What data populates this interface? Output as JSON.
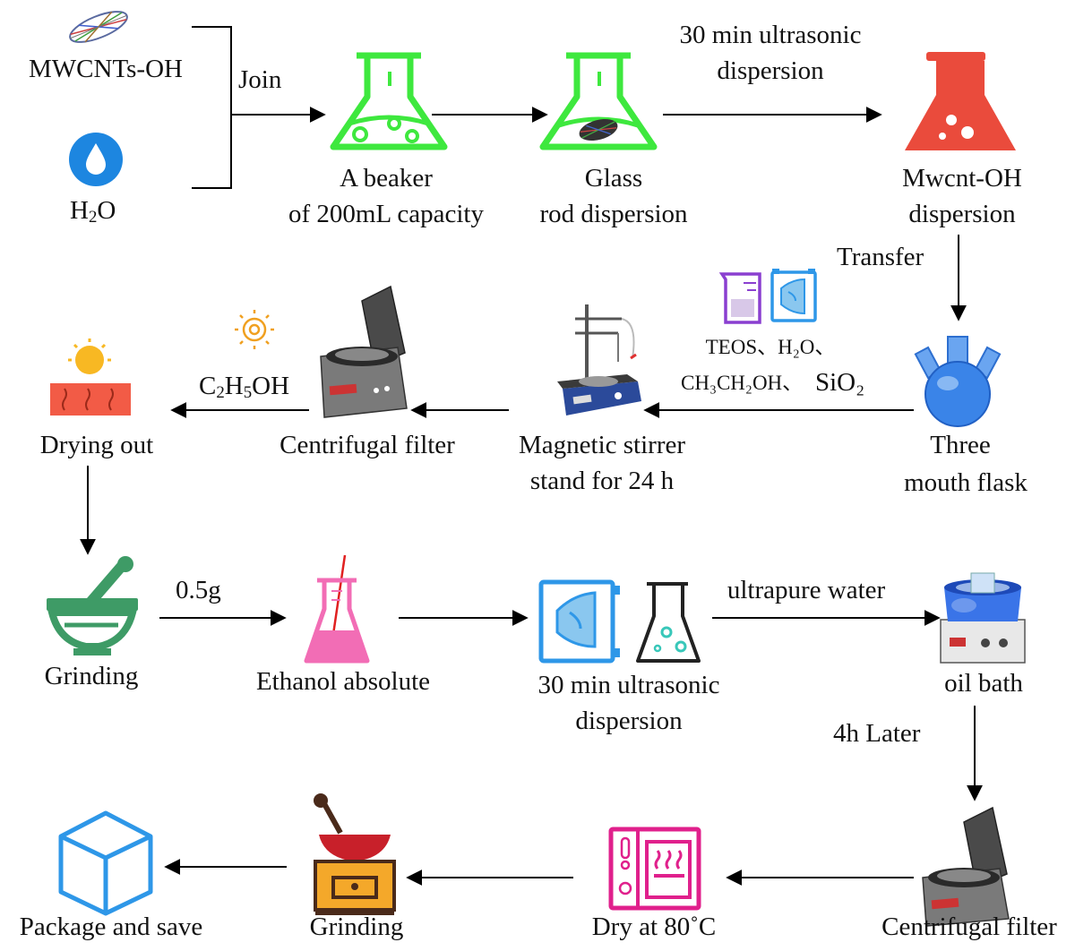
{
  "inputs": {
    "mwcnt_label": "MWCNTs-OH",
    "water_label_main": "H",
    "water_label_sub": "2",
    "water_label_end": "O",
    "join_label": "Join"
  },
  "row1": {
    "beaker_line1": "A beaker",
    "beaker_line2": "of 200mL capacity",
    "glass_line1": "Glass",
    "glass_line2": "rod dispersion",
    "ultra_line1": "30 min ultrasonic",
    "ultra_line2": "dispersion",
    "mwcnt_disp_line1": "Mwcnt-OH",
    "mwcnt_disp_line2": "dispersion"
  },
  "row2": {
    "transfer_label": "Transfer",
    "flask_line1": "Three",
    "flask_line2": "mouth flask",
    "reagents_line1": "TEOS、H₂O、",
    "reagents_line2": "CH₃CH₂OH、",
    "reagents_sio2": "SiO₂",
    "stirrer_line1": "Magnetic stirrer",
    "stirrer_line2": "stand for 24 h",
    "centrifuge_label": "Centrifugal filter",
    "ethanol_main1": "C",
    "ethanol_sub1": "2",
    "ethanol_main2": "H",
    "ethanol_sub2": "5",
    "ethanol_main3": "OH",
    "drying_label": "Drying out"
  },
  "row3": {
    "grinding_label": "Grinding",
    "mass_label": "0.5g",
    "ethanol_abs_label": "Ethanol absolute",
    "ultra_line1": "30 min ultrasonic",
    "ultra_line2": "dispersion",
    "water_label": "ultrapure water",
    "oil_bath_label": "oil bath"
  },
  "row4": {
    "later_label": "4h Later",
    "centrifuge_label": "Centrifugal filter",
    "dry_label": "Dry at 80˚C",
    "grinding_label": "Grinding",
    "package_label": "Package and save"
  },
  "colors": {
    "green_flask": "#3ee83e",
    "red_flask": "#ea4b3c",
    "blue_water": "#1d86e0",
    "pink_flask": "#f26db5",
    "teal_flask": "#38c7b9",
    "oven_pink": "#e0208c",
    "grinder_green": "#3e9b66",
    "package_blue": "#2e97e8"
  }
}
